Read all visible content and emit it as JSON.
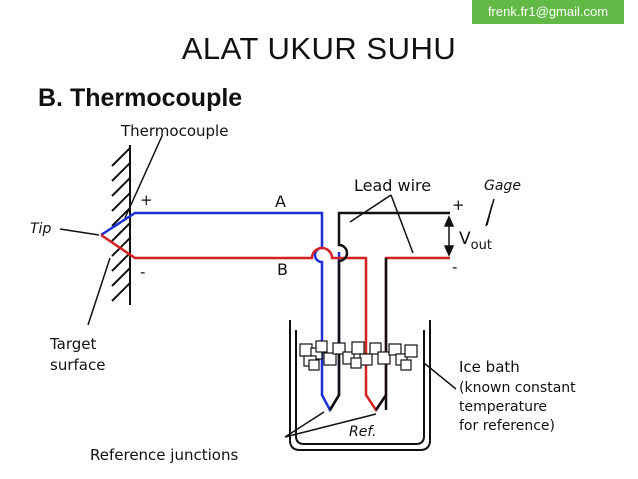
{
  "header": {
    "email_badge": "frenk.fr1@gmail.com",
    "title": "ALAT UKUR SUHU",
    "subtitle": "B. Thermocouple"
  },
  "diagram": {
    "labels": {
      "thermocouple": "Thermocouple",
      "tip": "Tip",
      "plus_left": "+",
      "minus_left": "-",
      "wire_a": "A",
      "wire_b": "B",
      "lead_wire": "Lead wire",
      "gage": "Gage",
      "plus_right": "+",
      "minus_right": "-",
      "v": "V",
      "v_sub": "out",
      "target_line1": "Target",
      "target_line2": "surface",
      "ice_line1": "Ice bath",
      "ice_line2": "(known constant",
      "ice_line3": "temperature",
      "ice_line4": "for reference)",
      "ref": "Ref.",
      "reference_junctions": "Reference junctions"
    },
    "colors": {
      "wire_a": "#1a2fd6",
      "wire_b": "#d42020",
      "lead": "#111111",
      "badge": "#63b946"
    }
  }
}
